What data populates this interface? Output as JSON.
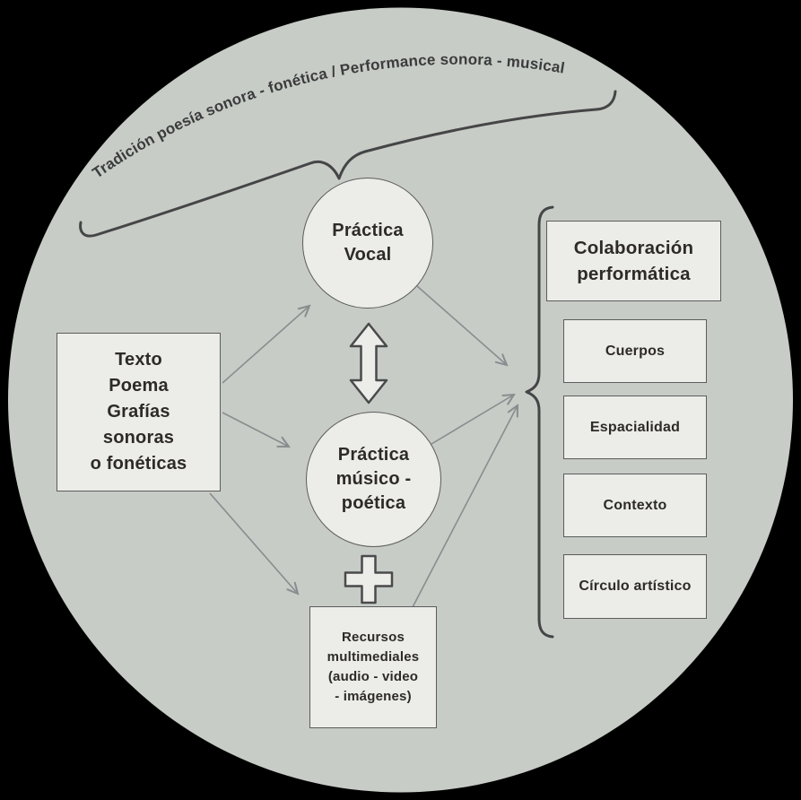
{
  "title_arc": {
    "text": "Tradición poesía sonora - fonética / Performance sonora - musical"
  },
  "nodes": {
    "texto_poema": {
      "lines": [
        "Texto",
        "Poema",
        "Grafías",
        "sonoras",
        "o fonéticas"
      ]
    },
    "practica_vocal": {
      "lines": [
        "Práctica",
        "Vocal"
      ]
    },
    "practica_musico_poetica": {
      "lines": [
        "Práctica",
        "músico -",
        "poética"
      ]
    },
    "recursos_multimediales": {
      "lines": [
        "Recursos",
        "multimediales",
        "(audio - video",
        "- imágenes)"
      ]
    }
  },
  "right_panel": {
    "header_lines": [
      "Colaboración",
      "performática"
    ],
    "items": [
      "Cuerpos",
      "Espacialidad",
      "Contexto",
      "Círculo artístico"
    ]
  },
  "icons": {
    "double_arrow": "up-down-double-arrow",
    "plus": "plus-sign",
    "brace_top": "horizontal-curly-brace",
    "brace_right": "vertical-curly-brace"
  },
  "colors": {
    "outside_background": "#000000",
    "circle_background": "#c7ccc6",
    "node_fill": "#ecede8",
    "node_border": "#5b5c5e",
    "text": "#2e2b27",
    "arrow": "#8a8c8f",
    "brace": "#454547"
  }
}
